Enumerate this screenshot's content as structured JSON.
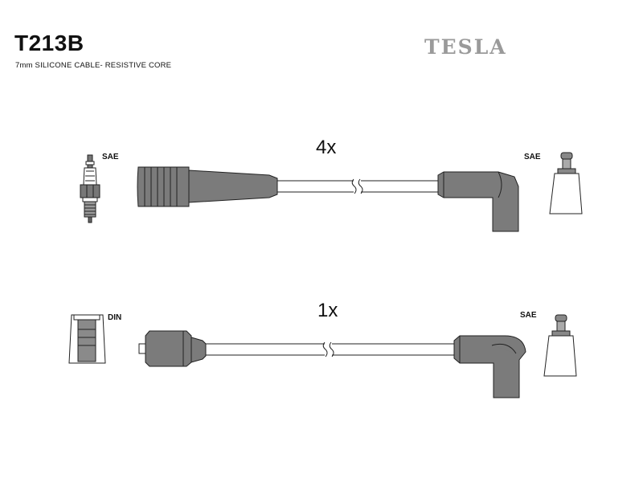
{
  "header": {
    "part_number": "T213B",
    "description": "7mm SILICONE CABLE- RESISTIVE CORE",
    "brand": "TESLA"
  },
  "rows": [
    {
      "quantity": "4x",
      "left_connector_label": "SAE",
      "right_connector_label": "SAE"
    },
    {
      "quantity": "1x",
      "left_connector_label": "DIN",
      "right_connector_label": "SAE"
    }
  ],
  "colors": {
    "part_fill": "#7b7b7b",
    "outline": "#222222",
    "brand": "#9a9a9a"
  }
}
